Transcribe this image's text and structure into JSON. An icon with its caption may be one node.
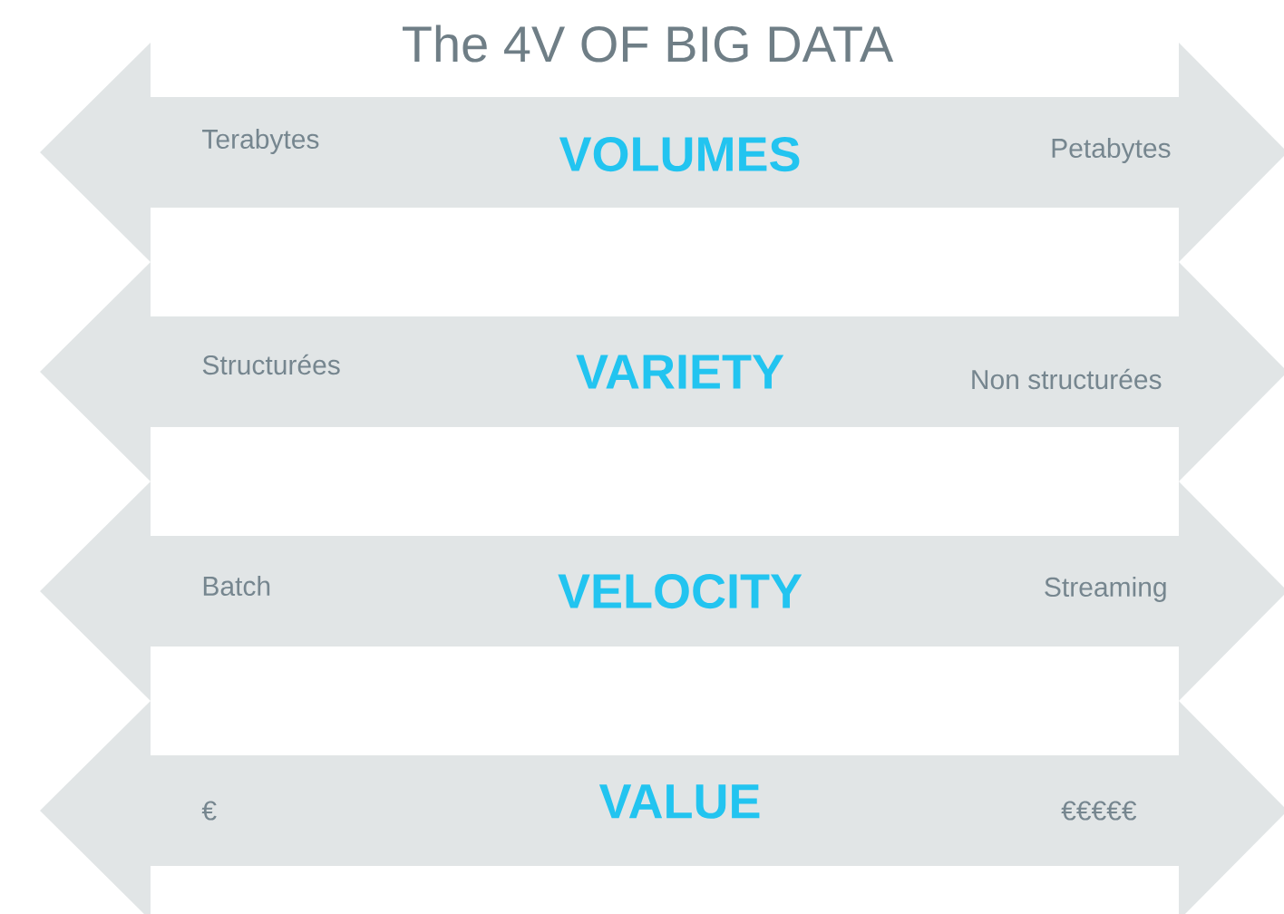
{
  "diagram": {
    "title": "The 4V OF BIG DATA",
    "nodes": [
      {
        "text": [
          "Terabytes",
          "VOLUMES",
          "Petabytes"
        ]
      },
      {
        "text": [
          "Structurées",
          "VARIETY",
          "Non structurées"
        ]
      },
      {
        "text": [
          "Batch",
          "VELOCITY",
          "Streaming"
        ]
      },
      {
        "text": [
          "€",
          "VALUE",
          "€€€€€"
        ]
      }
    ]
  }
}
